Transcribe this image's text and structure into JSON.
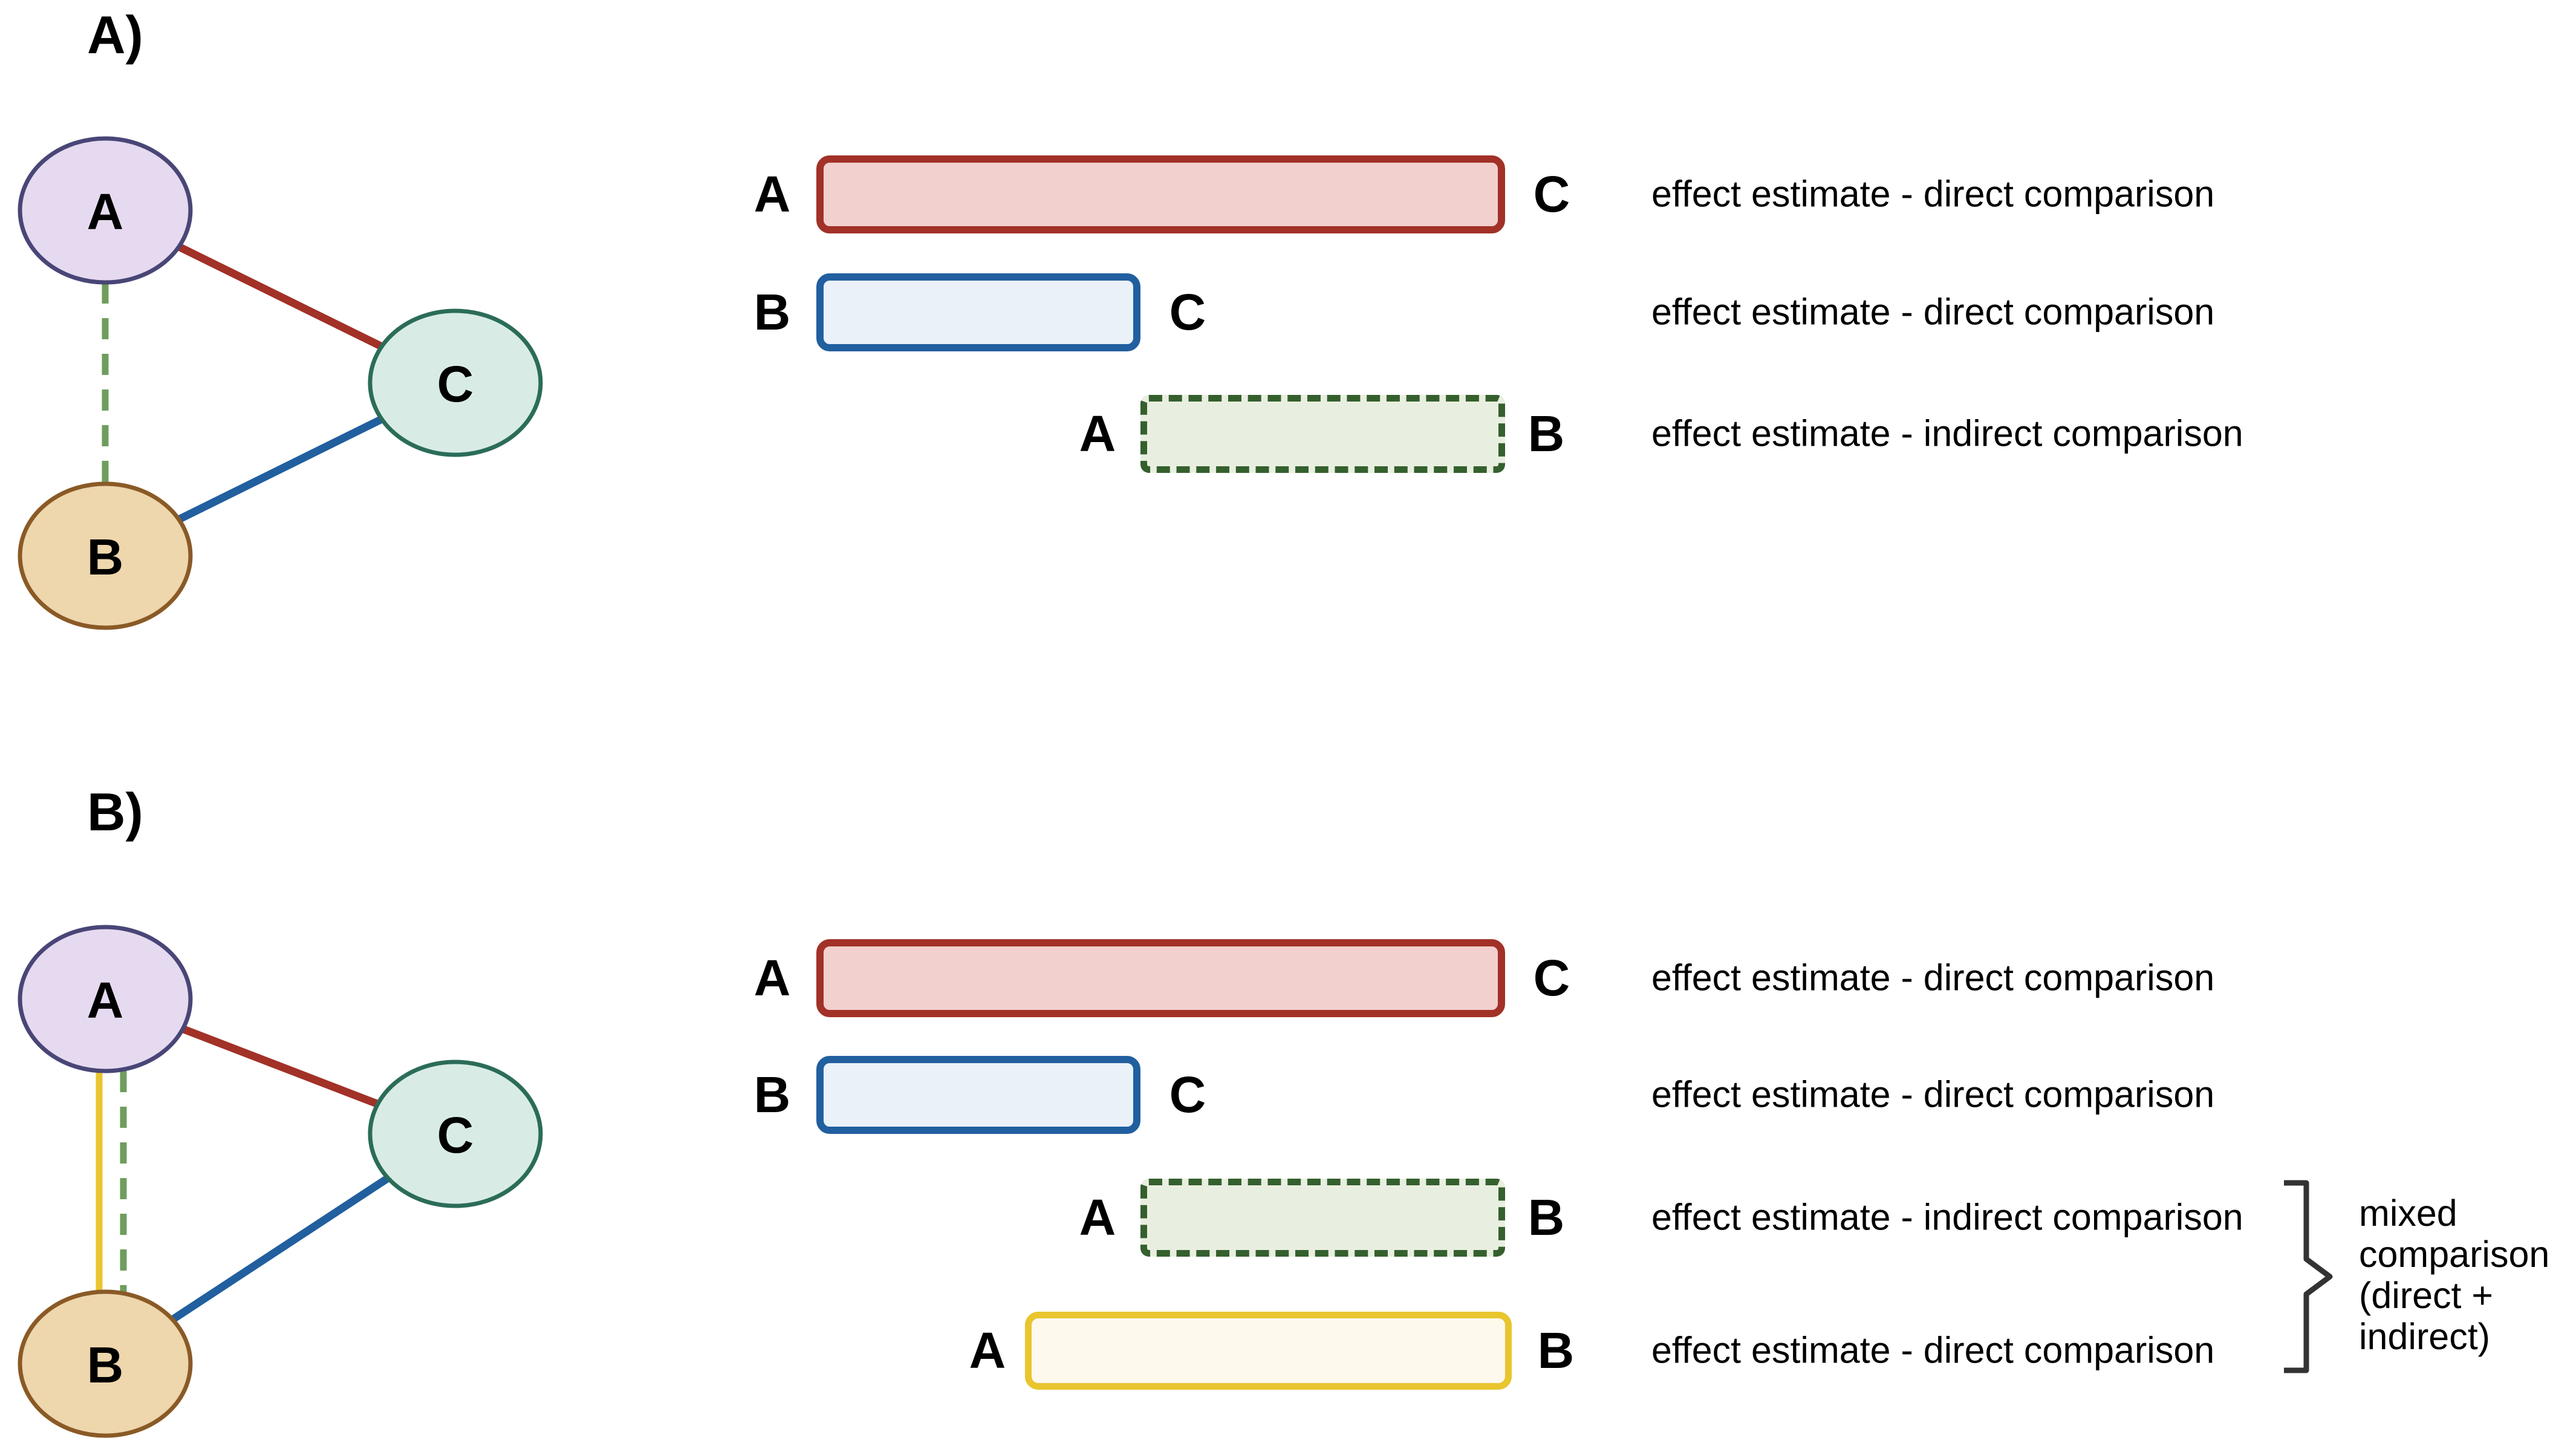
{
  "colors": {
    "red": "#a23127",
    "red_fill": "#f2d0cd",
    "blue": "#215f9f",
    "blue_fill": "#eaf1f9",
    "green_edge": "#6f9d5e",
    "green_dark": "#35602e",
    "green_fill": "#e9efe0",
    "yellow": "#e9c52e",
    "yellow_fill": "#fdf9ed",
    "node_a_fill": "#e6daf0",
    "node_a_stroke": "#494677",
    "node_b_fill": "#eed6ad",
    "node_b_stroke": "#8a5a26",
    "node_c_fill": "#d8ece5",
    "node_c_stroke": "#2b6c59",
    "brace": "#333333",
    "text": "#000000"
  },
  "panelA": {
    "label": "A)",
    "network": {
      "node_a": "A",
      "node_b": "B",
      "node_c": "C"
    },
    "rows": [
      {
        "left": "A",
        "right": "C",
        "desc": "effect estimate - direct comparison"
      },
      {
        "left": "B",
        "right": "C",
        "desc": "effect estimate - direct comparison"
      },
      {
        "left": "A",
        "right": "B",
        "desc": "effect estimate - indirect comparison"
      }
    ]
  },
  "panelB": {
    "label": "B)",
    "network": {
      "node_a": "A",
      "node_b": "B",
      "node_c": "C"
    },
    "rows": [
      {
        "left": "A",
        "right": "C",
        "desc": "effect estimate - direct comparison"
      },
      {
        "left": "B",
        "right": "C",
        "desc": "effect estimate - direct comparison"
      },
      {
        "left": "A",
        "right": "B",
        "desc": "effect estimate - indirect comparison"
      },
      {
        "left": "A",
        "right": "B",
        "desc": "effect estimate - direct comparison"
      }
    ],
    "brace_note_lines": [
      "mixed",
      "comparison",
      "(direct +",
      "indirect)"
    ]
  }
}
